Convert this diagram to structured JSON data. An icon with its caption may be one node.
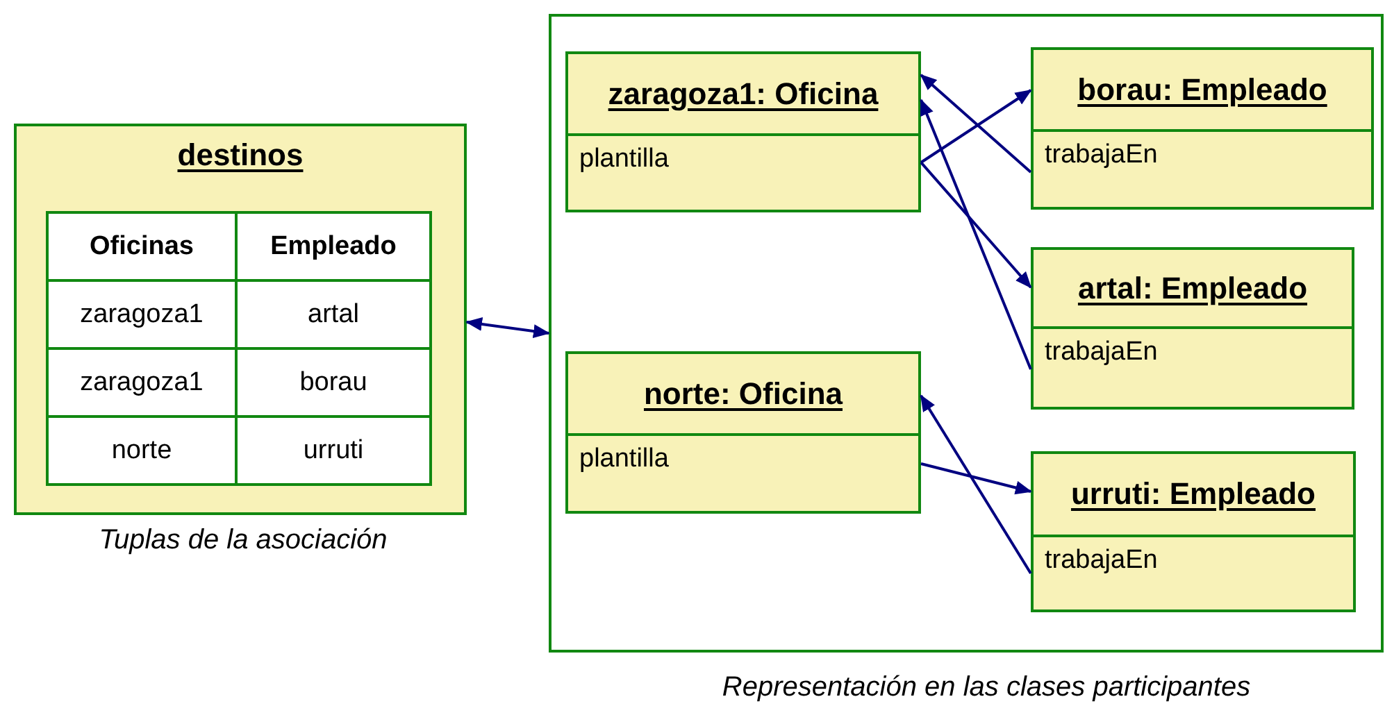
{
  "diagram": {
    "nodes": [
      {
        "text": [
          "destinos"
        ],
        "beside": [
          "Tuplas de la asociación"
        ]
      },
      {
        "text": [],
        "shape": "box",
        "beside": [
          "Representación en las clases participantes"
        ]
      },
      {
        "text": [
          "zaragoza1: Oficina",
          "plantilla"
        ],
        "in": 1
      },
      {
        "text": [
          "borau: Empleado",
          "trabajaEn"
        ],
        "in": 1
      },
      {
        "text": [
          "artal: Empleado",
          "trabajaEn"
        ],
        "in": 1
      },
      {
        "text": [
          "norte: Oficina",
          "plantilla"
        ],
        "in": 1
      },
      {
        "text": [
          "urruti: Empleado",
          "trabajaEn"
        ],
        "in": 1
      }
    ],
    "edges": [
      {
        "from": 0,
        "to": 1,
        "arrow": "both"
      },
      {
        "from": 2,
        "to": 3,
        "arrow": "to"
      },
      {
        "from": 2,
        "to": 4,
        "arrow": "to"
      },
      {
        "from": 3,
        "to": 2,
        "arrow": "to"
      },
      {
        "from": 4,
        "to": 2,
        "arrow": "to"
      },
      {
        "from": 5,
        "to": 6,
        "arrow": "to"
      },
      {
        "from": 6,
        "to": 5,
        "arrow": "to"
      }
    ],
    "labels": [
      "Oficinas",
      "Empleado",
      "zaragoza1",
      "artal",
      "zaragoza1",
      "borau",
      "norte",
      "urruti"
    ]
  }
}
